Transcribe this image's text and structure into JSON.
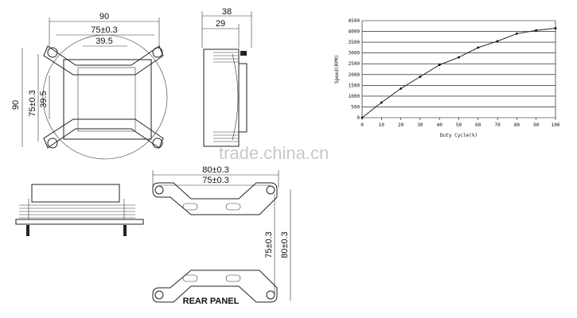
{
  "drawing": {
    "top_view": {
      "width_overall": "90",
      "width_holes": "75±0.3",
      "width_inner": "39.5",
      "height_overall": "90",
      "height_holes": "75±0.3",
      "height_inner": "39.5"
    },
    "side_view": {
      "depth_overall": "38",
      "depth_fan": "29"
    },
    "bracket": {
      "width_outer": "80±0.3",
      "width_holes": "75±0.3",
      "height_holes": "75±0.3",
      "height_outer": "80±0.3",
      "label": "REAR PANEL"
    },
    "watermark": "trade.china.cn"
  },
  "chart_data": {
    "type": "line",
    "xlabel": "Duty Cycle(%)",
    "ylabel": "Speed(RPM)",
    "xlim": [
      0,
      100
    ],
    "ylim": [
      0,
      4500
    ],
    "x_ticks": [
      "0",
      "10",
      "20",
      "30",
      "40",
      "50",
      "60",
      "70",
      "80",
      "90",
      "100"
    ],
    "y_ticks": [
      "0",
      "500",
      "1000",
      "1500",
      "2000",
      "2500",
      "3000",
      "3500",
      "4000",
      "4500"
    ],
    "grid": "horizontal",
    "x": [
      0,
      10,
      20,
      30,
      40,
      50,
      60,
      70,
      80,
      90,
      100
    ],
    "values": [
      0,
      700,
      1350,
      1900,
      2450,
      2800,
      3250,
      3550,
      3900,
      4050,
      4150
    ]
  }
}
